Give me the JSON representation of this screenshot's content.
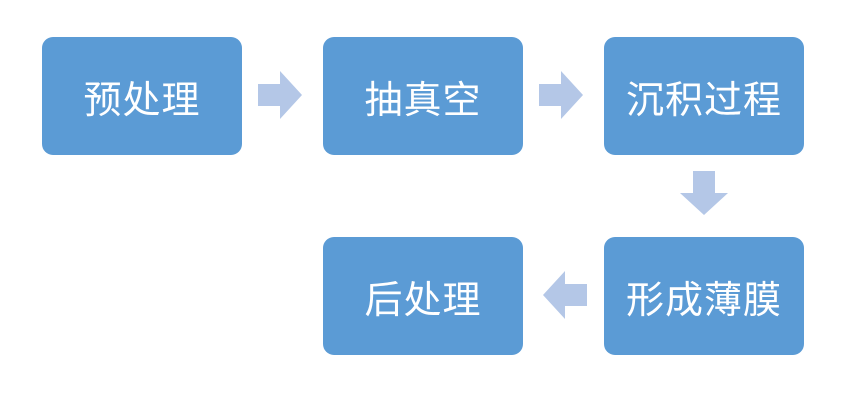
{
  "diagram": {
    "steps": [
      {
        "label": "预处理"
      },
      {
        "label": "抽真空"
      },
      {
        "label": "沉积过程"
      },
      {
        "label": "形成薄膜"
      },
      {
        "label": "后处理"
      }
    ],
    "colors": {
      "box_fill": "#5b9bd5",
      "box_text": "#ffffff",
      "arrow_fill": "#b4c7e7"
    },
    "arrows": [
      {
        "from": "预处理",
        "to": "抽真空",
        "direction": "right"
      },
      {
        "from": "抽真空",
        "to": "沉积过程",
        "direction": "right"
      },
      {
        "from": "沉积过程",
        "to": "形成薄膜",
        "direction": "down"
      },
      {
        "from": "形成薄膜",
        "to": "后处理",
        "direction": "left"
      }
    ]
  }
}
